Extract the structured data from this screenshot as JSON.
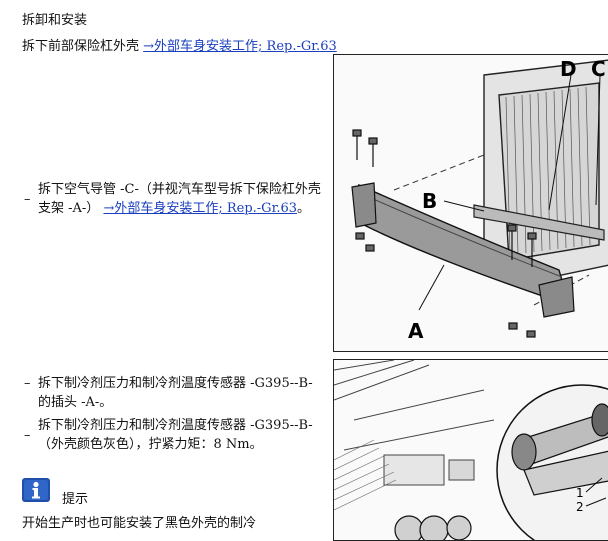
{
  "header": {
    "section_title": "拆卸和安装",
    "intro_text": "拆下前部保险杠外壳",
    "intro_link": "→外部车身安装工作; Rep.-Gr.63"
  },
  "steps": [
    {
      "bullet": "–",
      "text": "拆下空气导管 -C-（并视汽车型号拆下保险杠外壳支架 -A-）",
      "link": "→外部车身安装工作; Rep.-Gr.63",
      "suffix": "。"
    },
    {
      "bullet": "–",
      "text": "拆下制冷剂压力和制冷剂温度传感器 -G395--B- 的插头 -A-。"
    },
    {
      "bullet": "–",
      "text": "拆下制冷剂压力和制冷剂温度传感器 -G395--B-（外壳颜色灰色），拧紧力矩：8 Nm。"
    }
  ],
  "note": {
    "icon": "info-icon",
    "title": "提示",
    "text": "开始生产时也可能安装了黑色外壳的制冷"
  },
  "figure1": {
    "labels": [
      "D",
      "C",
      "B",
      "A"
    ]
  },
  "figure2": {
    "labels": [
      "1",
      "2"
    ]
  }
}
